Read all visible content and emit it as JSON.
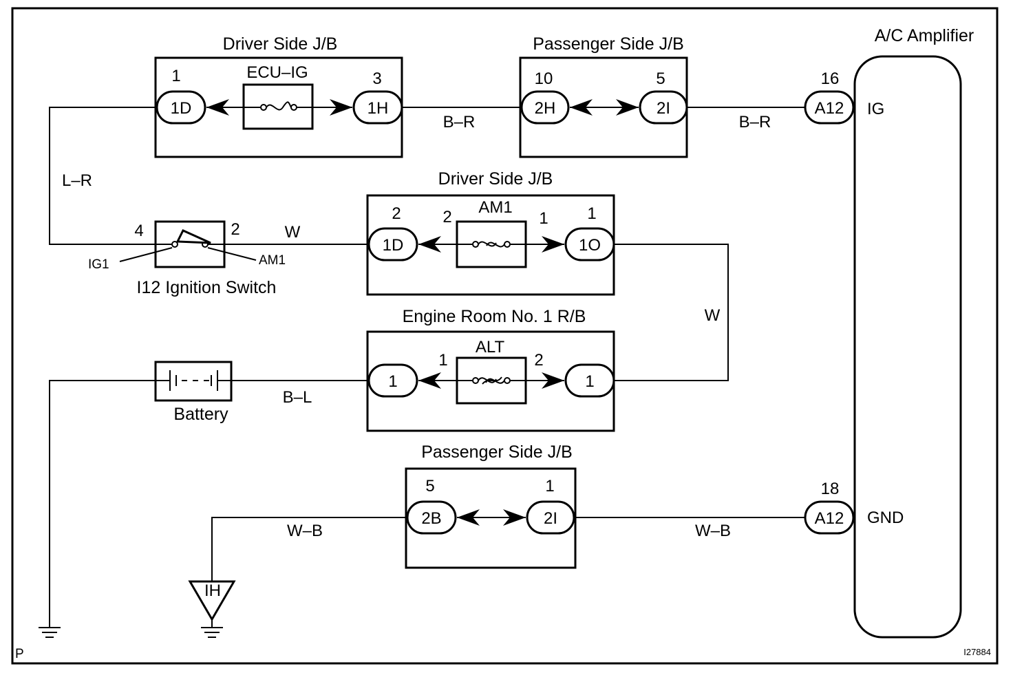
{
  "diagram": {
    "figure_id": "I27884",
    "corner_label": "P",
    "amplifier": {
      "title": "A/C Amplifier",
      "ig_terminal": {
        "pin": "16",
        "connector": "A12",
        "label": "IG"
      },
      "gnd_terminal": {
        "pin": "18",
        "connector": "A12",
        "label": "GND"
      }
    },
    "jb_driver_top": {
      "title": "Driver Side J/B",
      "fuse": "ECU–IG",
      "left": {
        "pin": "1",
        "connector": "1D"
      },
      "right": {
        "pin": "3",
        "connector": "1H"
      }
    },
    "jb_passenger_top": {
      "title": "Passenger Side J/B",
      "left": {
        "pin": "10",
        "connector": "2H"
      },
      "right": {
        "pin": "5",
        "connector": "2I"
      }
    },
    "jb_driver_mid": {
      "title": "Driver Side J/B",
      "fuse": "AM1",
      "left": {
        "pin": "2",
        "inner_pin": "2",
        "connector": "1D"
      },
      "right": {
        "pin": "1",
        "inner_pin": "1",
        "connector": "1O"
      }
    },
    "rb_engine": {
      "title": "Engine Room No. 1 R/B",
      "fuse": "ALT",
      "left": {
        "inner_pin": "1",
        "connector": "1"
      },
      "right": {
        "inner_pin": "2",
        "connector": "1"
      }
    },
    "jb_passenger_bottom": {
      "title": "Passenger Side J/B",
      "left": {
        "pin": "5",
        "connector": "2B"
      },
      "right": {
        "pin": "1",
        "connector": "2I"
      }
    },
    "ignition_switch": {
      "title": "I12 Ignition Switch",
      "pin_left": "4",
      "pin_right": "2",
      "term_left": "IG1",
      "term_right": "AM1"
    },
    "battery": {
      "label": "Battery"
    },
    "ground_point": {
      "label": "IH"
    },
    "wires": {
      "lr": "L–R",
      "br_1": "B–R",
      "br_2": "B–R",
      "w_1": "W",
      "w_2": "W",
      "bl": "B–L",
      "wb_1": "W–B",
      "wb_2": "W–B"
    }
  }
}
